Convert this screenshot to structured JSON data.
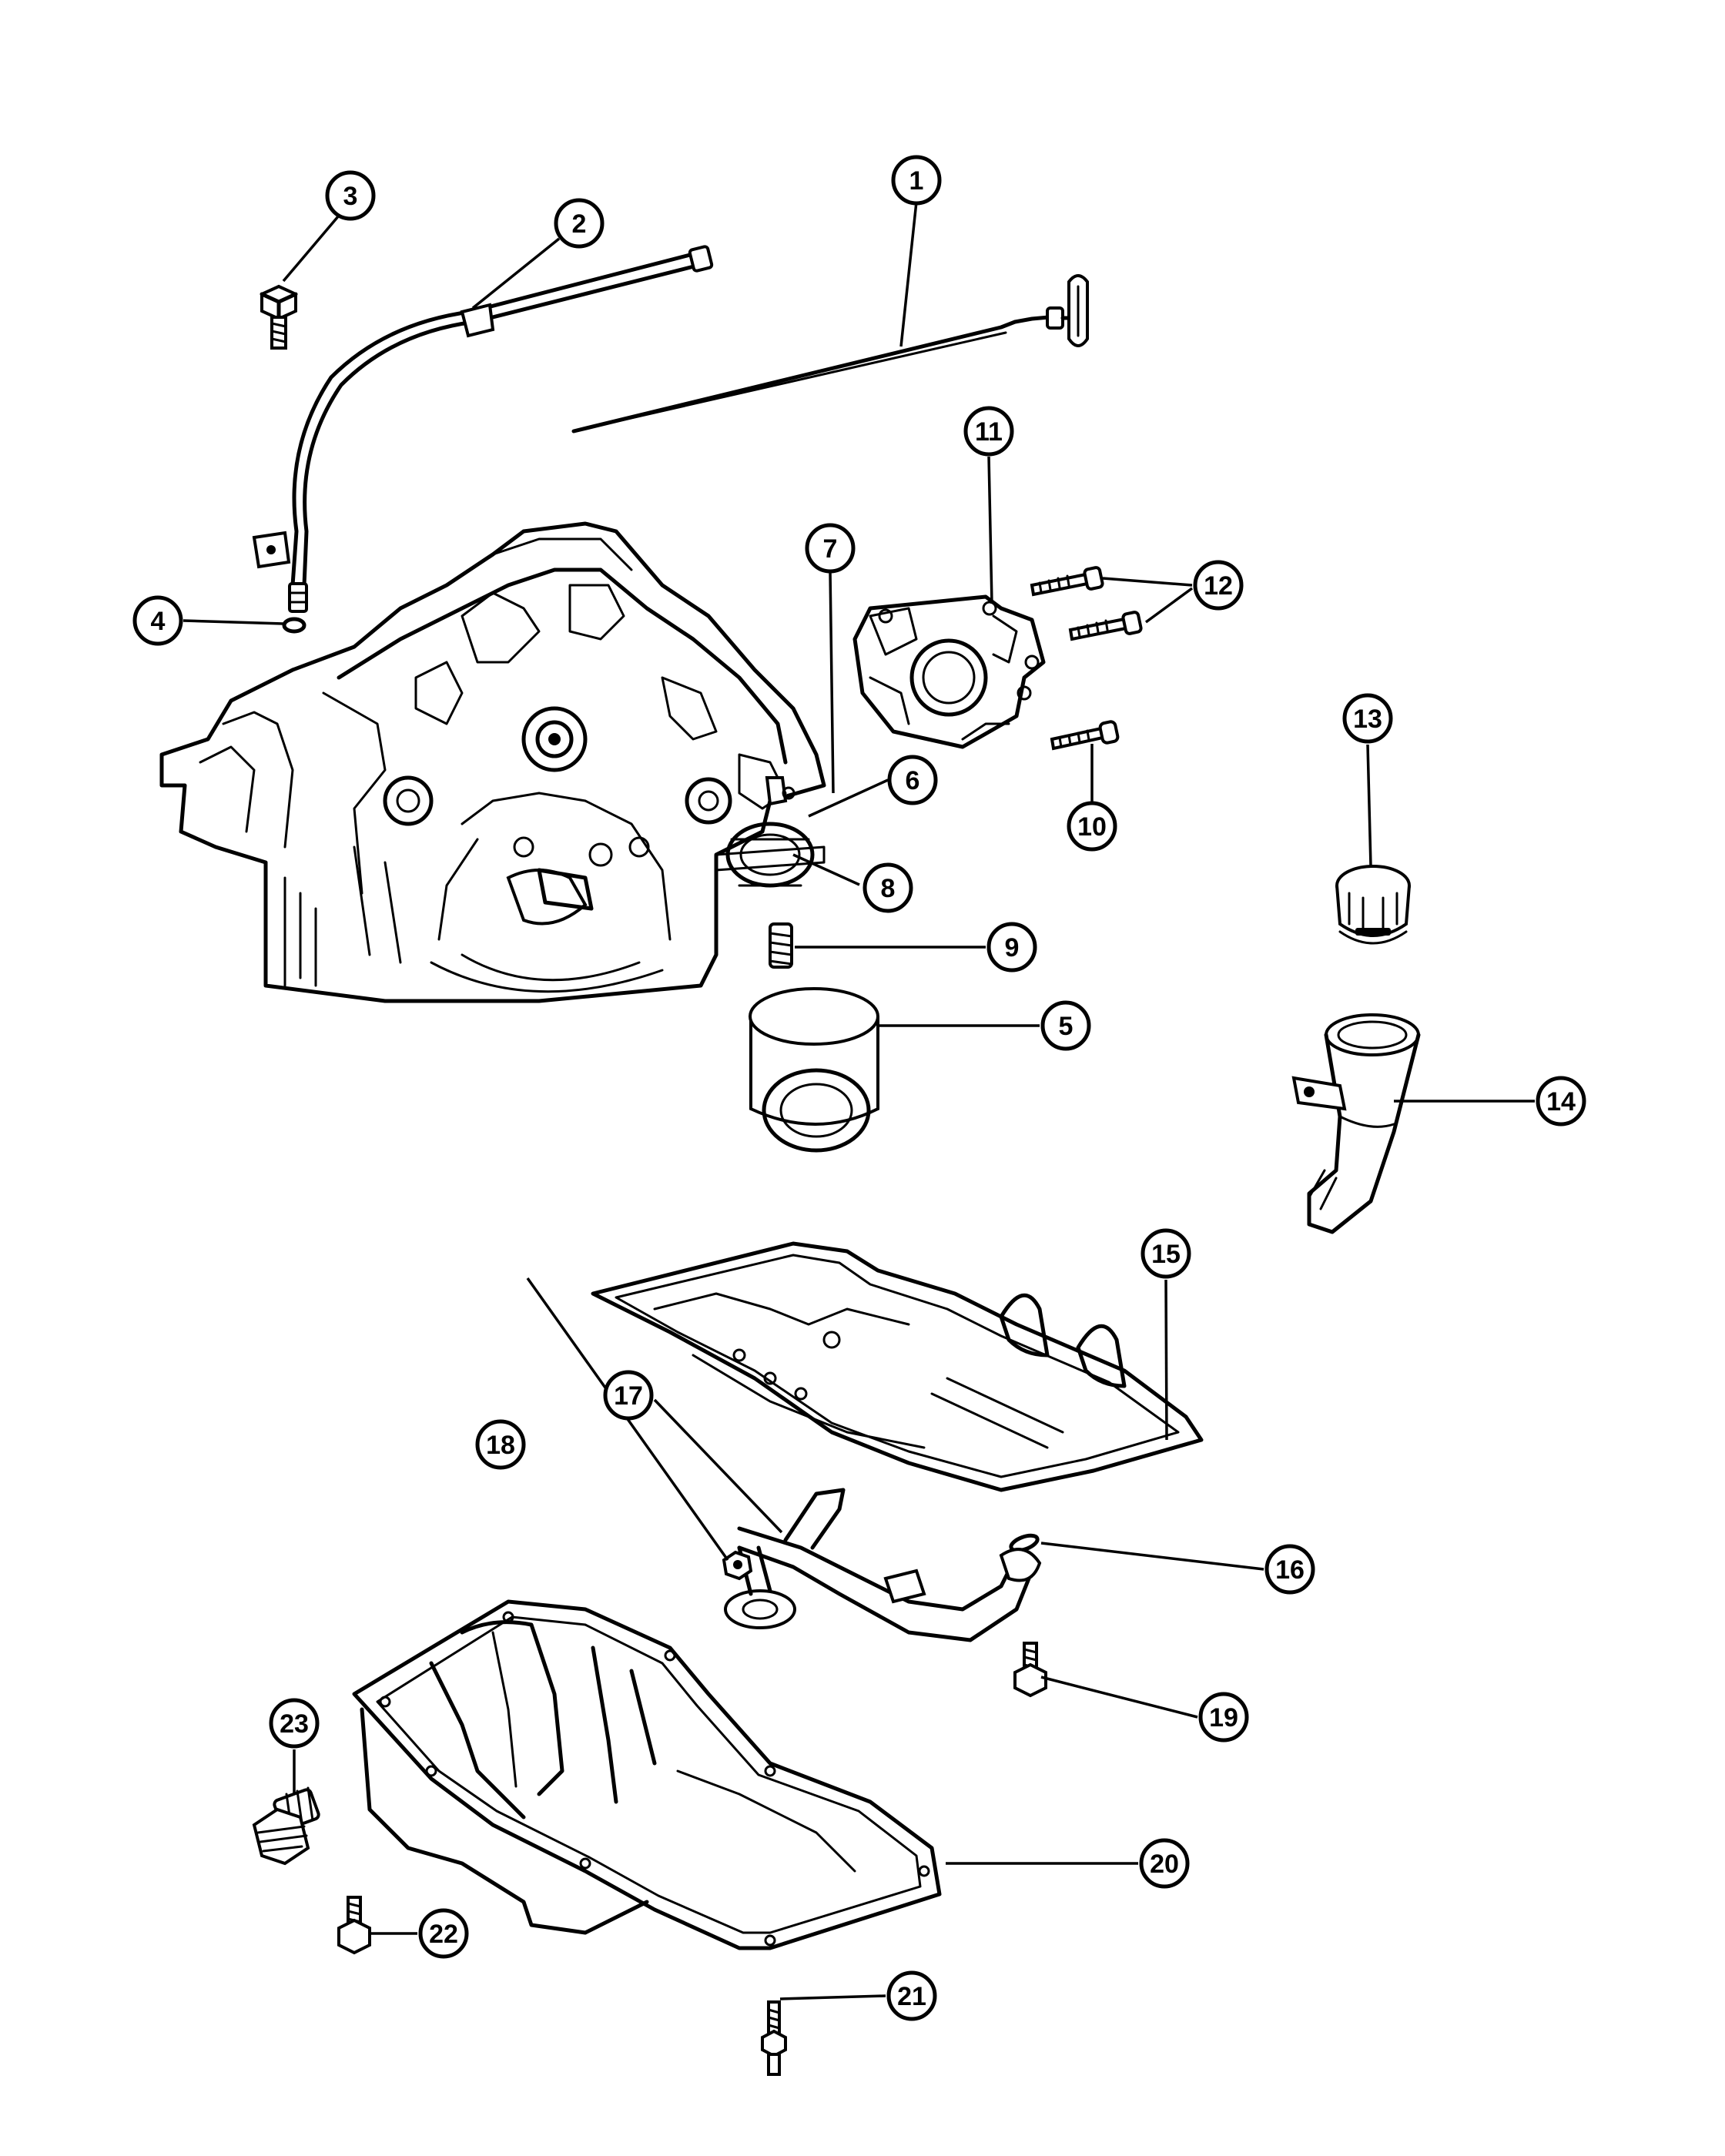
{
  "diagram": {
    "callouts": [
      {
        "id": "c1",
        "label": "1"
      },
      {
        "id": "c2",
        "label": "2"
      },
      {
        "id": "c3",
        "label": "3"
      },
      {
        "id": "c4",
        "label": "4"
      },
      {
        "id": "c5",
        "label": "5"
      },
      {
        "id": "c6",
        "label": "6"
      },
      {
        "id": "c7",
        "label": "7"
      },
      {
        "id": "c8",
        "label": "8"
      },
      {
        "id": "c9",
        "label": "9"
      },
      {
        "id": "c10",
        "label": "10"
      },
      {
        "id": "c11",
        "label": "11"
      },
      {
        "id": "c12",
        "label": "12"
      },
      {
        "id": "c13",
        "label": "13"
      },
      {
        "id": "c14",
        "label": "14"
      },
      {
        "id": "c15",
        "label": "15"
      },
      {
        "id": "c16",
        "label": "16"
      },
      {
        "id": "c17",
        "label": "17"
      },
      {
        "id": "c18",
        "label": "18"
      },
      {
        "id": "c19",
        "label": "19"
      },
      {
        "id": "c20",
        "label": "20"
      },
      {
        "id": "c21",
        "label": "21"
      },
      {
        "id": "c22",
        "label": "22"
      },
      {
        "id": "c23",
        "label": "23"
      }
    ],
    "parts": [
      {
        "icon": "dipstick-icon"
      },
      {
        "icon": "dipstick-tube-icon"
      },
      {
        "icon": "bolt-icon"
      },
      {
        "icon": "o-ring-icon"
      },
      {
        "icon": "oil-filter-icon"
      },
      {
        "icon": "filter-adapter-icon"
      },
      {
        "icon": "oil-pressure-sender-icon"
      },
      {
        "icon": "filter-housing-icon"
      },
      {
        "icon": "filter-stud-icon"
      },
      {
        "icon": "screw-icon"
      },
      {
        "icon": "oil-pump-icon"
      },
      {
        "icon": "pump-bolts-icon"
      },
      {
        "icon": "oil-filler-cap-icon"
      },
      {
        "icon": "oil-filler-tube-icon"
      },
      {
        "icon": "windage-tray-icon"
      },
      {
        "icon": "o-ring-seal-icon"
      },
      {
        "icon": "oil-pickup-tube-icon"
      },
      {
        "icon": "nut-icon"
      },
      {
        "icon": "pickup-bolt-icon"
      },
      {
        "icon": "oil-pan-icon"
      },
      {
        "icon": "stud-icon"
      },
      {
        "icon": "pan-bolt-icon"
      },
      {
        "icon": "drain-plug-icon"
      },
      {
        "icon": "engine-block-icon"
      }
    ]
  }
}
